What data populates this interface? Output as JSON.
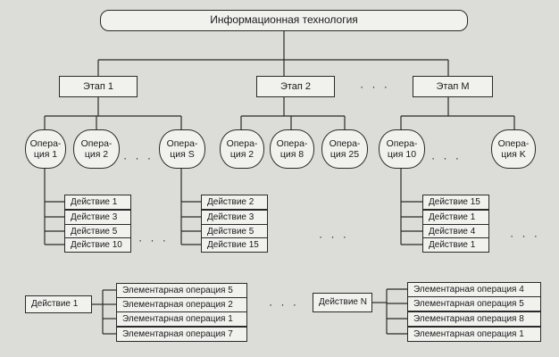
{
  "title": "Информационная технология",
  "stages": [
    {
      "label": "Этап 1"
    },
    {
      "label": "Этап 2"
    },
    {
      "label": "Этап  М"
    }
  ],
  "operations": [
    {
      "label": "Опера-\nция 1"
    },
    {
      "label": "Опера-\nция 2"
    },
    {
      "label": "Опера-\nция S"
    },
    {
      "label": "Опера-\nция 2"
    },
    {
      "label": "Опера-\nция 8"
    },
    {
      "label": "Опера-\nция 25"
    },
    {
      "label": "Опера-\nция 10"
    },
    {
      "label": "Опера-\nция K"
    }
  ],
  "action_groups": [
    {
      "items": [
        "Действие 1",
        "Действие 3",
        "Действие 5",
        "Действие 10"
      ]
    },
    {
      "items": [
        "Действие 2",
        "Действие 3",
        "Действие 5",
        "Действие 15"
      ]
    },
    {
      "items": [
        "Действие 15",
        "Действие 1",
        "Действие 4",
        "Действие 1"
      ]
    }
  ],
  "action_details": [
    {
      "label": "Действие 1",
      "items": [
        "Элементарная операция 5",
        "Элементарная операция 2",
        "Элементарная операция 1",
        "Элементарная операция 7"
      ]
    },
    {
      "label": "Действие N",
      "items": [
        "Элементарная операция 4",
        "Элементарная операция 5",
        "Элементарная операция 8",
        "Элементарная операция 1"
      ]
    }
  ],
  "ellipsis": "· · ·"
}
